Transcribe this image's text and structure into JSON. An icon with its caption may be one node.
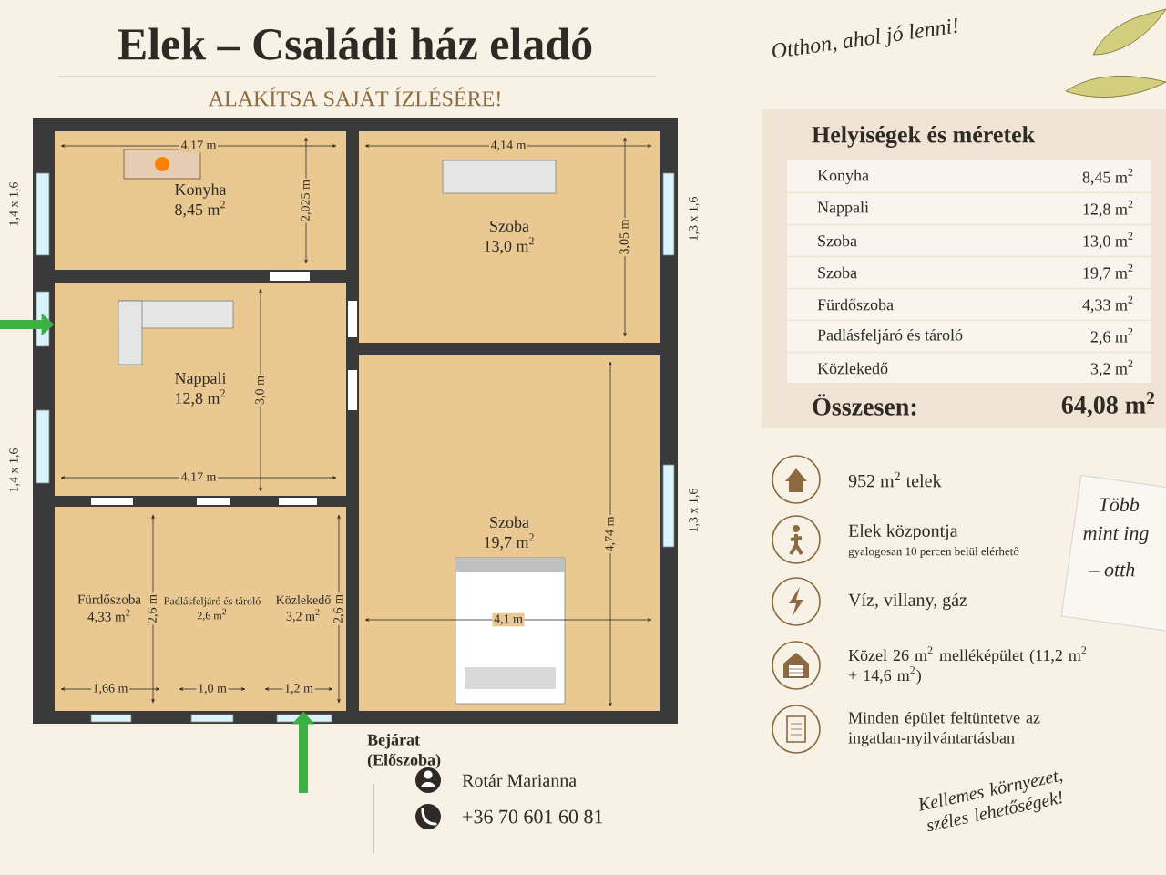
{
  "diagram": {
    "title": "Elek – Családi ház eladó",
    "nodes": [
      {
        "text": [
          "Konyha",
          "8,45 m$^{2}$"
        ]
      },
      {
        "text": [
          "Szoba",
          "13,0 m$^{2}$"
        ]
      },
      {
        "text": [
          "Nappali",
          "12,8 m$^{2}$"
        ]
      },
      {
        "text": [
          "Szoba",
          "19,7 m$^{2}$"
        ]
      },
      {
        "text": [
          "Fürdőszoba",
          "4,33 m$^{2}$"
        ]
      },
      {
        "text": [
          "Padlásfeljáró és tároló",
          "2,6 m$^{2}$"
        ]
      },
      {
        "text": [
          "Közlekedő",
          "3,2 m$^{2}$"
        ]
      }
    ],
    "edges": [
      {
        "from": null,
        "to": 2,
        "arrow": "to"
      },
      {
        "from": null,
        "to": 6,
        "arrow": "to"
      }
    ],
    "labels": [
      "ALAKÍTSA SAJÁT ÍZLÉSÉRE!",
      "Otthon, ahol jó lenni!",
      "4,17 m",
      "2,025 m",
      "4,14 m",
      "3,05 m",
      "1,4 x 1,6",
      "1,3 x 1,6",
      "3,0 m",
      "4,17 m",
      "1,4 x 1,6",
      "4,74 m",
      "1,3 x 1,6",
      "2,6 m",
      "2,6 m",
      "4,1 m",
      "1,66 m",
      "1,0 m",
      "1,2 m",
      "Bejárat (Előszoba)",
      "Helyiségek és méretek",
      "Konyha",
      "8,45 m$^{2}$",
      "Nappali",
      "12,8 m$^{2}$",
      "Szoba",
      "13,0 m$^{2}$",
      "Szoba",
      "19,7 m$^{2}$",
      "Fürdőszoba",
      "4,33 m$^{2}$",
      "Padlásfeljáró és tároló",
      "2,6 m$^{2}$",
      "Közlekedő",
      "3,2 m$^{2}$",
      "Összesen:",
      "64,08 m$^{2}$",
      "952 m$^{2}$ telek",
      "Elek központja",
      "gyalogosan 10 percen belül elérhető",
      "Víz, villany, gáz",
      "Közel 26 m$^{2}$ melléképület (11,2 m$^{2}$ + 14,6 m$^{2}$)",
      "Minden épület feltüntetve az ingatlan-nyilvántartásban",
      "Több",
      "mint ing",
      "– otth",
      "Kellemes környezet, széles lehetőségek!",
      "Rotár Marianna",
      "+36 70 601 60 81"
    ]
  }
}
